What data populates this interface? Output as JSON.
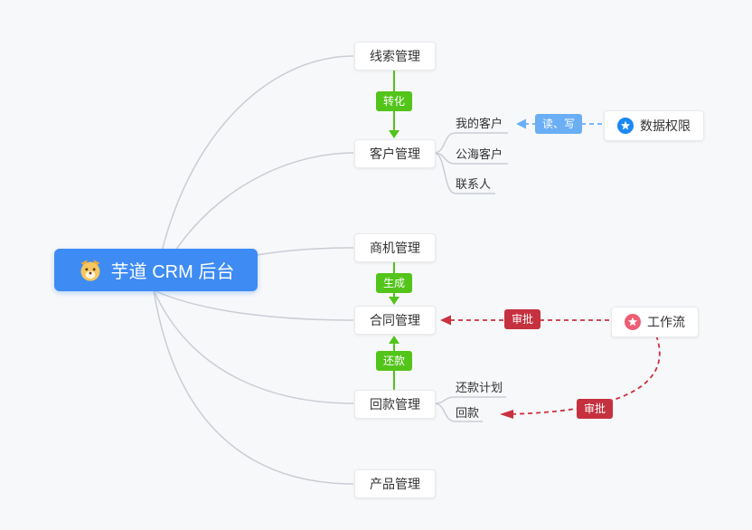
{
  "canvas": {
    "background": "#f7f8fa"
  },
  "root": {
    "label": "芋道 CRM 后台",
    "logo": "shiba-dog-icon",
    "bg_color": "#3e8bf3"
  },
  "branches": [
    {
      "label": "线索管理"
    },
    {
      "label": "客户管理",
      "children": [
        {
          "label": "我的客户"
        },
        {
          "label": "公海客户"
        },
        {
          "label": "联系人"
        }
      ]
    },
    {
      "label": "商机管理"
    },
    {
      "label": "合同管理"
    },
    {
      "label": "回款管理",
      "children": [
        {
          "label": "还款计划"
        },
        {
          "label": "回款"
        }
      ]
    },
    {
      "label": "产品管理"
    }
  ],
  "edge_labels": {
    "convert": {
      "label": "转化",
      "color": "#52c41a"
    },
    "generate": {
      "label": "生成",
      "color": "#52c41a"
    },
    "repay": {
      "label": "还款",
      "color": "#52c41a"
    },
    "read_write": {
      "label": "读、写",
      "color": "#6aaef5"
    },
    "approve_contract": {
      "label": "审批",
      "color": "#c5313e"
    },
    "approve_receivable": {
      "label": "审批",
      "color": "#c5313e"
    }
  },
  "feature_nodes": {
    "data_permission": {
      "label": "数据权限",
      "icon": "star-icon",
      "icon_color": "#1b88f5"
    },
    "workflow": {
      "label": "工作流",
      "icon": "star-icon",
      "icon_color": "#ee5e72"
    }
  },
  "colors": {
    "connector_gray": "#c9cdd4",
    "arrow_green": "#52c41a",
    "arrow_blue": "#6aaef5",
    "arrow_red": "#c9323f",
    "node_border": "#e8eaec"
  }
}
